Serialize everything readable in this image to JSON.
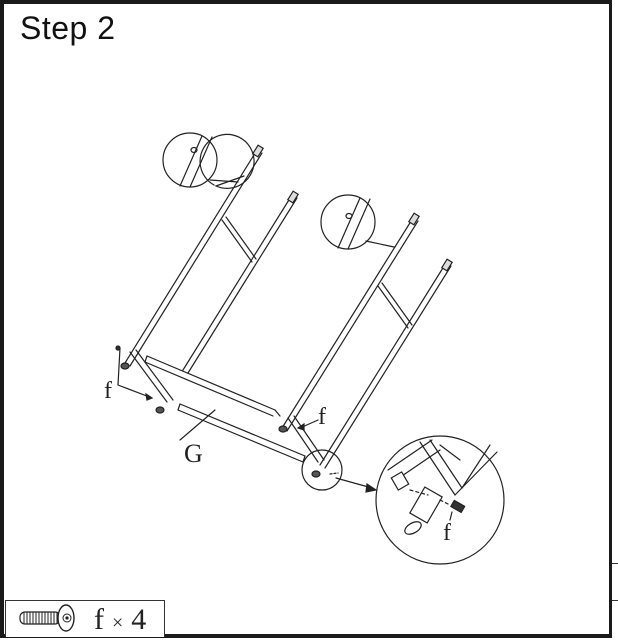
{
  "page": {
    "title": "Step 2"
  },
  "drawing": {
    "part_labels": {
      "screw_left": "f",
      "screw_right": "f",
      "bar": "G",
      "detail_screw": "f"
    },
    "callouts": [
      {
        "name": "hole-detail-left",
        "shows": "hole"
      },
      {
        "name": "hole-detail-right",
        "shows": "hole"
      },
      {
        "name": "foot-detail",
        "shows": "screw f into foot"
      }
    ],
    "colors": {
      "line": "#222222",
      "background": "#ffffff"
    }
  },
  "parts": {
    "icon": "screw-icon",
    "label": "f",
    "times": "×",
    "quantity": "4"
  }
}
